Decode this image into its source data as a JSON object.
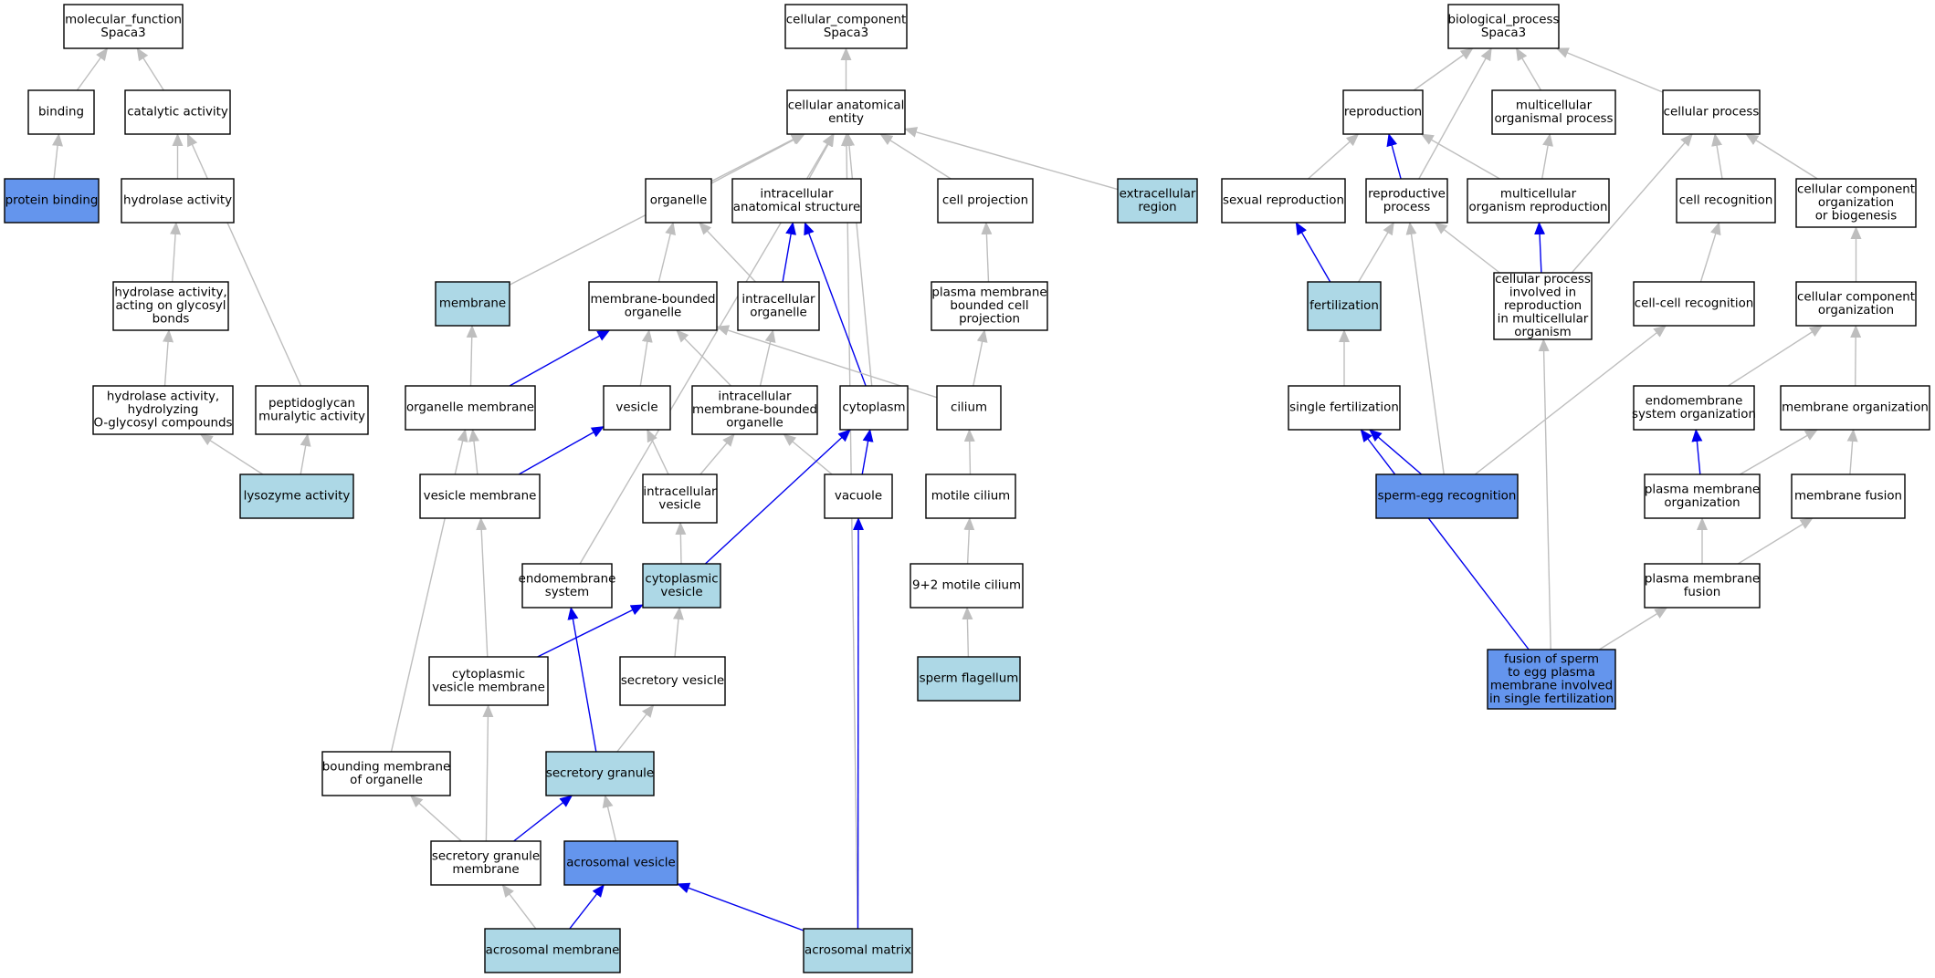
{
  "colors": {
    "plain": "#ffffff",
    "light": "#add8e6",
    "dark": "#6495ed",
    "edge_is_a": "#bebebe",
    "edge_part_of": "#0000ee"
  },
  "nodes": [
    {
      "id": "mf",
      "lines": [
        "molecular_function",
        "Spaca3"
      ],
      "style": "plain"
    },
    {
      "id": "binding",
      "lines": [
        "binding"
      ],
      "style": "plain"
    },
    {
      "id": "catalytic",
      "lines": [
        "catalytic activity"
      ],
      "style": "plain"
    },
    {
      "id": "protein_binding",
      "lines": [
        "protein binding"
      ],
      "style": "dark"
    },
    {
      "id": "hydrolase",
      "lines": [
        "hydrolase activity"
      ],
      "style": "plain"
    },
    {
      "id": "hyd_glyc",
      "lines": [
        "hydrolase activity,",
        "acting on glycosyl",
        "bonds"
      ],
      "style": "plain"
    },
    {
      "id": "hyd_oglyc",
      "lines": [
        "hydrolase activity,",
        "hydrolyzing",
        "O-glycosyl compounds"
      ],
      "style": "plain"
    },
    {
      "id": "peptido",
      "lines": [
        "peptidoglycan",
        "muralytic activity"
      ],
      "style": "plain"
    },
    {
      "id": "lysozyme",
      "lines": [
        "lysozyme activity"
      ],
      "style": "light"
    },
    {
      "id": "cc",
      "lines": [
        "cellular_component",
        "Spaca3"
      ],
      "style": "plain"
    },
    {
      "id": "cae",
      "lines": [
        "cellular anatomical",
        "entity"
      ],
      "style": "plain"
    },
    {
      "id": "organelle",
      "lines": [
        "organelle"
      ],
      "style": "plain"
    },
    {
      "id": "ias",
      "lines": [
        "intracellular",
        "anatomical structure"
      ],
      "style": "plain"
    },
    {
      "id": "cellproj",
      "lines": [
        "cell projection"
      ],
      "style": "plain"
    },
    {
      "id": "extracell",
      "lines": [
        "extracellular",
        "region"
      ],
      "style": "light"
    },
    {
      "id": "membrane",
      "lines": [
        "membrane"
      ],
      "style": "light"
    },
    {
      "id": "mbo",
      "lines": [
        "membrane-bounded",
        "organelle"
      ],
      "style": "plain"
    },
    {
      "id": "intra_org",
      "lines": [
        "intracellular",
        "organelle"
      ],
      "style": "plain"
    },
    {
      "id": "pmbcp",
      "lines": [
        "plasma membrane",
        "bounded cell",
        "projection"
      ],
      "style": "plain"
    },
    {
      "id": "org_mem",
      "lines": [
        "organelle membrane"
      ],
      "style": "plain"
    },
    {
      "id": "vesicle",
      "lines": [
        "vesicle"
      ],
      "style": "plain"
    },
    {
      "id": "imbo",
      "lines": [
        "intracellular",
        "membrane-bounded",
        "organelle"
      ],
      "style": "plain"
    },
    {
      "id": "cytoplasm",
      "lines": [
        "cytoplasm"
      ],
      "style": "plain"
    },
    {
      "id": "cilium",
      "lines": [
        "cilium"
      ],
      "style": "plain"
    },
    {
      "id": "ves_mem",
      "lines": [
        "vesicle membrane"
      ],
      "style": "plain"
    },
    {
      "id": "intra_ves",
      "lines": [
        "intracellular",
        "vesicle"
      ],
      "style": "plain"
    },
    {
      "id": "vacuole",
      "lines": [
        "vacuole"
      ],
      "style": "plain"
    },
    {
      "id": "motile_cilium",
      "lines": [
        "motile cilium"
      ],
      "style": "plain"
    },
    {
      "id": "endomem",
      "lines": [
        "endomembrane",
        "system"
      ],
      "style": "plain"
    },
    {
      "id": "cyto_ves",
      "lines": [
        "cytoplasmic",
        "vesicle"
      ],
      "style": "light"
    },
    {
      "id": "motile92",
      "lines": [
        "9+2 motile cilium"
      ],
      "style": "plain"
    },
    {
      "id": "cvm",
      "lines": [
        "cytoplasmic",
        "vesicle membrane"
      ],
      "style": "plain"
    },
    {
      "id": "secr_ves",
      "lines": [
        "secretory vesicle"
      ],
      "style": "plain"
    },
    {
      "id": "sperm_flag",
      "lines": [
        "sperm flagellum"
      ],
      "style": "light"
    },
    {
      "id": "bmo",
      "lines": [
        "bounding membrane",
        "of organelle"
      ],
      "style": "plain"
    },
    {
      "id": "secr_gran",
      "lines": [
        "secretory granule"
      ],
      "style": "light"
    },
    {
      "id": "sgm",
      "lines": [
        "secretory granule",
        "membrane"
      ],
      "style": "plain"
    },
    {
      "id": "acro_ves",
      "lines": [
        "acrosomal vesicle"
      ],
      "style": "dark"
    },
    {
      "id": "acro_mem",
      "lines": [
        "acrosomal membrane"
      ],
      "style": "light"
    },
    {
      "id": "acro_mat",
      "lines": [
        "acrosomal matrix"
      ],
      "style": "light"
    },
    {
      "id": "bp",
      "lines": [
        "biological_process",
        "Spaca3"
      ],
      "style": "plain"
    },
    {
      "id": "reproduction",
      "lines": [
        "reproduction"
      ],
      "style": "plain"
    },
    {
      "id": "mop",
      "lines": [
        "multicellular",
        "organismal process"
      ],
      "style": "plain"
    },
    {
      "id": "cell_proc",
      "lines": [
        "cellular process"
      ],
      "style": "plain"
    },
    {
      "id": "sex_repro",
      "lines": [
        "sexual reproduction"
      ],
      "style": "plain"
    },
    {
      "id": "repro_proc",
      "lines": [
        "reproductive",
        "process"
      ],
      "style": "plain"
    },
    {
      "id": "mor",
      "lines": [
        "multicellular",
        "organism reproduction"
      ],
      "style": "plain"
    },
    {
      "id": "cell_recog",
      "lines": [
        "cell recognition"
      ],
      "style": "plain"
    },
    {
      "id": "ccob",
      "lines": [
        "cellular component",
        "organization",
        "or biogenesis"
      ],
      "style": "plain"
    },
    {
      "id": "fert",
      "lines": [
        "fertilization"
      ],
      "style": "light"
    },
    {
      "id": "cpir",
      "lines": [
        "cellular process",
        "involved in",
        "reproduction",
        "in multicellular",
        "organism"
      ],
      "style": "plain"
    },
    {
      "id": "ccr",
      "lines": [
        "cell-cell recognition"
      ],
      "style": "plain"
    },
    {
      "id": "cco",
      "lines": [
        "cellular component",
        "organization"
      ],
      "style": "plain"
    },
    {
      "id": "single_fert",
      "lines": [
        "single fertilization"
      ],
      "style": "plain"
    },
    {
      "id": "eso",
      "lines": [
        "endomembrane",
        "system organization"
      ],
      "style": "plain"
    },
    {
      "id": "mem_org",
      "lines": [
        "membrane organization"
      ],
      "style": "plain"
    },
    {
      "id": "sperm_egg",
      "lines": [
        "sperm-egg recognition"
      ],
      "style": "dark"
    },
    {
      "id": "pmo",
      "lines": [
        "plasma membrane",
        "organization"
      ],
      "style": "plain"
    },
    {
      "id": "mem_fusion",
      "lines": [
        "membrane fusion"
      ],
      "style": "plain"
    },
    {
      "id": "pmf",
      "lines": [
        "plasma membrane",
        "fusion"
      ],
      "style": "plain"
    },
    {
      "id": "fusion_sperm",
      "lines": [
        "fusion of sperm",
        "to egg plasma",
        "membrane involved",
        "in single fertilization"
      ],
      "style": "dark"
    }
  ],
  "edges": [
    {
      "from": "binding",
      "to": "mf",
      "type": "is_a"
    },
    {
      "from": "catalytic",
      "to": "mf",
      "type": "is_a"
    },
    {
      "from": "protein_binding",
      "to": "binding",
      "type": "is_a"
    },
    {
      "from": "hydrolase",
      "to": "catalytic",
      "type": "is_a"
    },
    {
      "from": "hyd_glyc",
      "to": "hydrolase",
      "type": "is_a"
    },
    {
      "from": "hyd_oglyc",
      "to": "hyd_glyc",
      "type": "is_a"
    },
    {
      "from": "peptido",
      "to": "catalytic",
      "type": "is_a"
    },
    {
      "from": "lysozyme",
      "to": "hyd_oglyc",
      "type": "is_a"
    },
    {
      "from": "lysozyme",
      "to": "peptido",
      "type": "is_a"
    },
    {
      "from": "cae",
      "to": "cc",
      "type": "is_a"
    },
    {
      "from": "organelle",
      "to": "cae",
      "type": "is_a"
    },
    {
      "from": "ias",
      "to": "cae",
      "type": "is_a"
    },
    {
      "from": "cellproj",
      "to": "cae",
      "type": "is_a"
    },
    {
      "from": "extracell",
      "to": "cae",
      "type": "is_a"
    },
    {
      "from": "membrane",
      "to": "cae",
      "type": "is_a"
    },
    {
      "from": "cytoplasm",
      "to": "cae",
      "type": "is_a"
    },
    {
      "from": "endomem",
      "to": "cae",
      "type": "is_a"
    },
    {
      "from": "acro_mat",
      "to": "cae",
      "type": "is_a"
    },
    {
      "from": "mbo",
      "to": "organelle",
      "type": "is_a"
    },
    {
      "from": "intra_org",
      "to": "organelle",
      "type": "is_a"
    },
    {
      "from": "intra_org",
      "to": "ias",
      "type": "part_of"
    },
    {
      "from": "cytoplasm",
      "to": "ias",
      "type": "part_of"
    },
    {
      "from": "pmbcp",
      "to": "cellproj",
      "type": "is_a"
    },
    {
      "from": "org_mem",
      "to": "membrane",
      "type": "is_a"
    },
    {
      "from": "org_mem",
      "to": "mbo",
      "type": "part_of"
    },
    {
      "from": "vesicle",
      "to": "mbo",
      "type": "is_a"
    },
    {
      "from": "imbo",
      "to": "mbo",
      "type": "is_a"
    },
    {
      "from": "cilium",
      "to": "mbo",
      "type": "is_a"
    },
    {
      "from": "imbo",
      "to": "intra_org",
      "type": "is_a"
    },
    {
      "from": "cilium",
      "to": "pmbcp",
      "type": "is_a"
    },
    {
      "from": "ves_mem",
      "to": "org_mem",
      "type": "is_a"
    },
    {
      "from": "ves_mem",
      "to": "vesicle",
      "type": "part_of"
    },
    {
      "from": "intra_ves",
      "to": "vesicle",
      "type": "is_a"
    },
    {
      "from": "intra_ves",
      "to": "imbo",
      "type": "is_a"
    },
    {
      "from": "vacuole",
      "to": "imbo",
      "type": "is_a"
    },
    {
      "from": "vacuole",
      "to": "cytoplasm",
      "type": "part_of"
    },
    {
      "from": "cyto_ves",
      "to": "cytoplasm",
      "type": "part_of"
    },
    {
      "from": "motile_cilium",
      "to": "cilium",
      "type": "is_a"
    },
    {
      "from": "cyto_ves",
      "to": "intra_ves",
      "type": "is_a"
    },
    {
      "from": "motile92",
      "to": "motile_cilium",
      "type": "is_a"
    },
    {
      "from": "cvm",
      "to": "ves_mem",
      "type": "is_a"
    },
    {
      "from": "cvm",
      "to": "cyto_ves",
      "type": "part_of"
    },
    {
      "from": "secr_ves",
      "to": "cyto_ves",
      "type": "is_a"
    },
    {
      "from": "sperm_flag",
      "to": "motile92",
      "type": "is_a"
    },
    {
      "from": "bmo",
      "to": "org_mem",
      "type": "is_a"
    },
    {
      "from": "secr_gran",
      "to": "secr_ves",
      "type": "is_a"
    },
    {
      "from": "secr_gran",
      "to": "endomem",
      "type": "part_of"
    },
    {
      "from": "sgm",
      "to": "bmo",
      "type": "is_a"
    },
    {
      "from": "sgm",
      "to": "cvm",
      "type": "is_a"
    },
    {
      "from": "sgm",
      "to": "secr_gran",
      "type": "part_of"
    },
    {
      "from": "acro_ves",
      "to": "secr_gran",
      "type": "is_a"
    },
    {
      "from": "acro_mem",
      "to": "sgm",
      "type": "is_a"
    },
    {
      "from": "acro_mem",
      "to": "acro_ves",
      "type": "part_of"
    },
    {
      "from": "acro_mat",
      "to": "acro_ves",
      "type": "part_of"
    },
    {
      "from": "acro_mat",
      "to": "vacuole",
      "type": "part_of"
    },
    {
      "from": "reproduction",
      "to": "bp",
      "type": "is_a"
    },
    {
      "from": "repro_proc",
      "to": "bp",
      "type": "is_a"
    },
    {
      "from": "mop",
      "to": "bp",
      "type": "is_a"
    },
    {
      "from": "cell_proc",
      "to": "bp",
      "type": "is_a"
    },
    {
      "from": "sex_repro",
      "to": "reproduction",
      "type": "is_a"
    },
    {
      "from": "repro_proc",
      "to": "reproduction",
      "type": "part_of"
    },
    {
      "from": "mor",
      "to": "reproduction",
      "type": "is_a"
    },
    {
      "from": "mor",
      "to": "mop",
      "type": "is_a"
    },
    {
      "from": "cell_recog",
      "to": "cell_proc",
      "type": "is_a"
    },
    {
      "from": "ccob",
      "to": "cell_proc",
      "type": "is_a"
    },
    {
      "from": "cpir",
      "to": "cell_proc",
      "type": "is_a"
    },
    {
      "from": "fert",
      "to": "sex_repro",
      "type": "part_of"
    },
    {
      "from": "fert",
      "to": "repro_proc",
      "type": "is_a"
    },
    {
      "from": "cpir",
      "to": "repro_proc",
      "type": "is_a"
    },
    {
      "from": "cpir",
      "to": "mor",
      "type": "part_of"
    },
    {
      "from": "ccr",
      "to": "cell_recog",
      "type": "is_a"
    },
    {
      "from": "cco",
      "to": "ccob",
      "type": "is_a"
    },
    {
      "from": "single_fert",
      "to": "fert",
      "type": "is_a"
    },
    {
      "from": "sperm_egg",
      "to": "single_fert",
      "type": "part_of"
    },
    {
      "from": "sperm_egg",
      "to": "repro_proc",
      "type": "is_a"
    },
    {
      "from": "sperm_egg",
      "to": "ccr",
      "type": "is_a"
    },
    {
      "from": "eso",
      "to": "cco",
      "type": "is_a"
    },
    {
      "from": "mem_org",
      "to": "cco",
      "type": "is_a"
    },
    {
      "from": "pmo",
      "to": "eso",
      "type": "part_of"
    },
    {
      "from": "pmo",
      "to": "mem_org",
      "type": "is_a"
    },
    {
      "from": "mem_fusion",
      "to": "mem_org",
      "type": "is_a"
    },
    {
      "from": "pmf",
      "to": "pmo",
      "type": "is_a"
    },
    {
      "from": "pmf",
      "to": "mem_fusion",
      "type": "is_a"
    },
    {
      "from": "fusion_sperm",
      "to": "single_fert",
      "type": "part_of"
    },
    {
      "from": "fusion_sperm",
      "to": "cpir",
      "type": "is_a"
    },
    {
      "from": "fusion_sperm",
      "to": "pmf",
      "type": "is_a"
    }
  ]
}
